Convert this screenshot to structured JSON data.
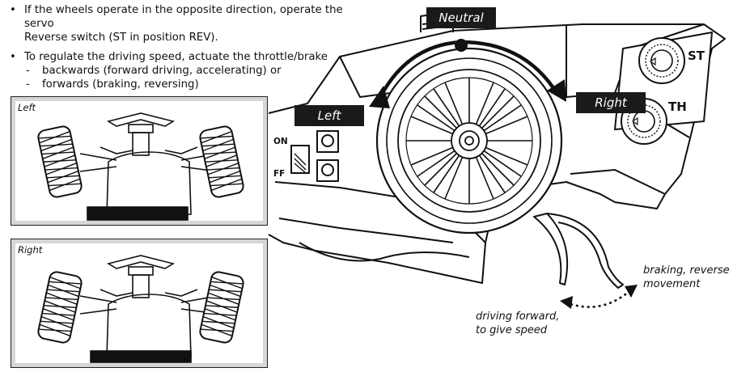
{
  "instructions": {
    "bullet1_line1": "If the wheels operate in the opposite direction, operate the servo",
    "bullet1_line2": "Reverse switch (ST in position REV).",
    "bullet2": "To regulate the driving speed, actuate the throttle/brake",
    "sub1": "backwards (forward driving, accelerating) or",
    "sub2": "forwards (braking, reversing)"
  },
  "panels": {
    "left_label": "Left",
    "right_label": "Right"
  },
  "transmitter": {
    "neutral_tag": "Neutral",
    "left_tag": "Left",
    "right_tag": "Right",
    "st_label": "ST",
    "th_label": "TH",
    "on_label": "ON",
    "off_label": "FF"
  },
  "trigger_notes": {
    "brake_line1": "braking, reverse",
    "brake_line2": "movement",
    "forward_line1": "driving forward,",
    "forward_line2": "to give speed"
  },
  "colors": {
    "ink": "#111111",
    "tag_bg": "#1a1a1a",
    "panel_border": "#d6d6d6"
  }
}
